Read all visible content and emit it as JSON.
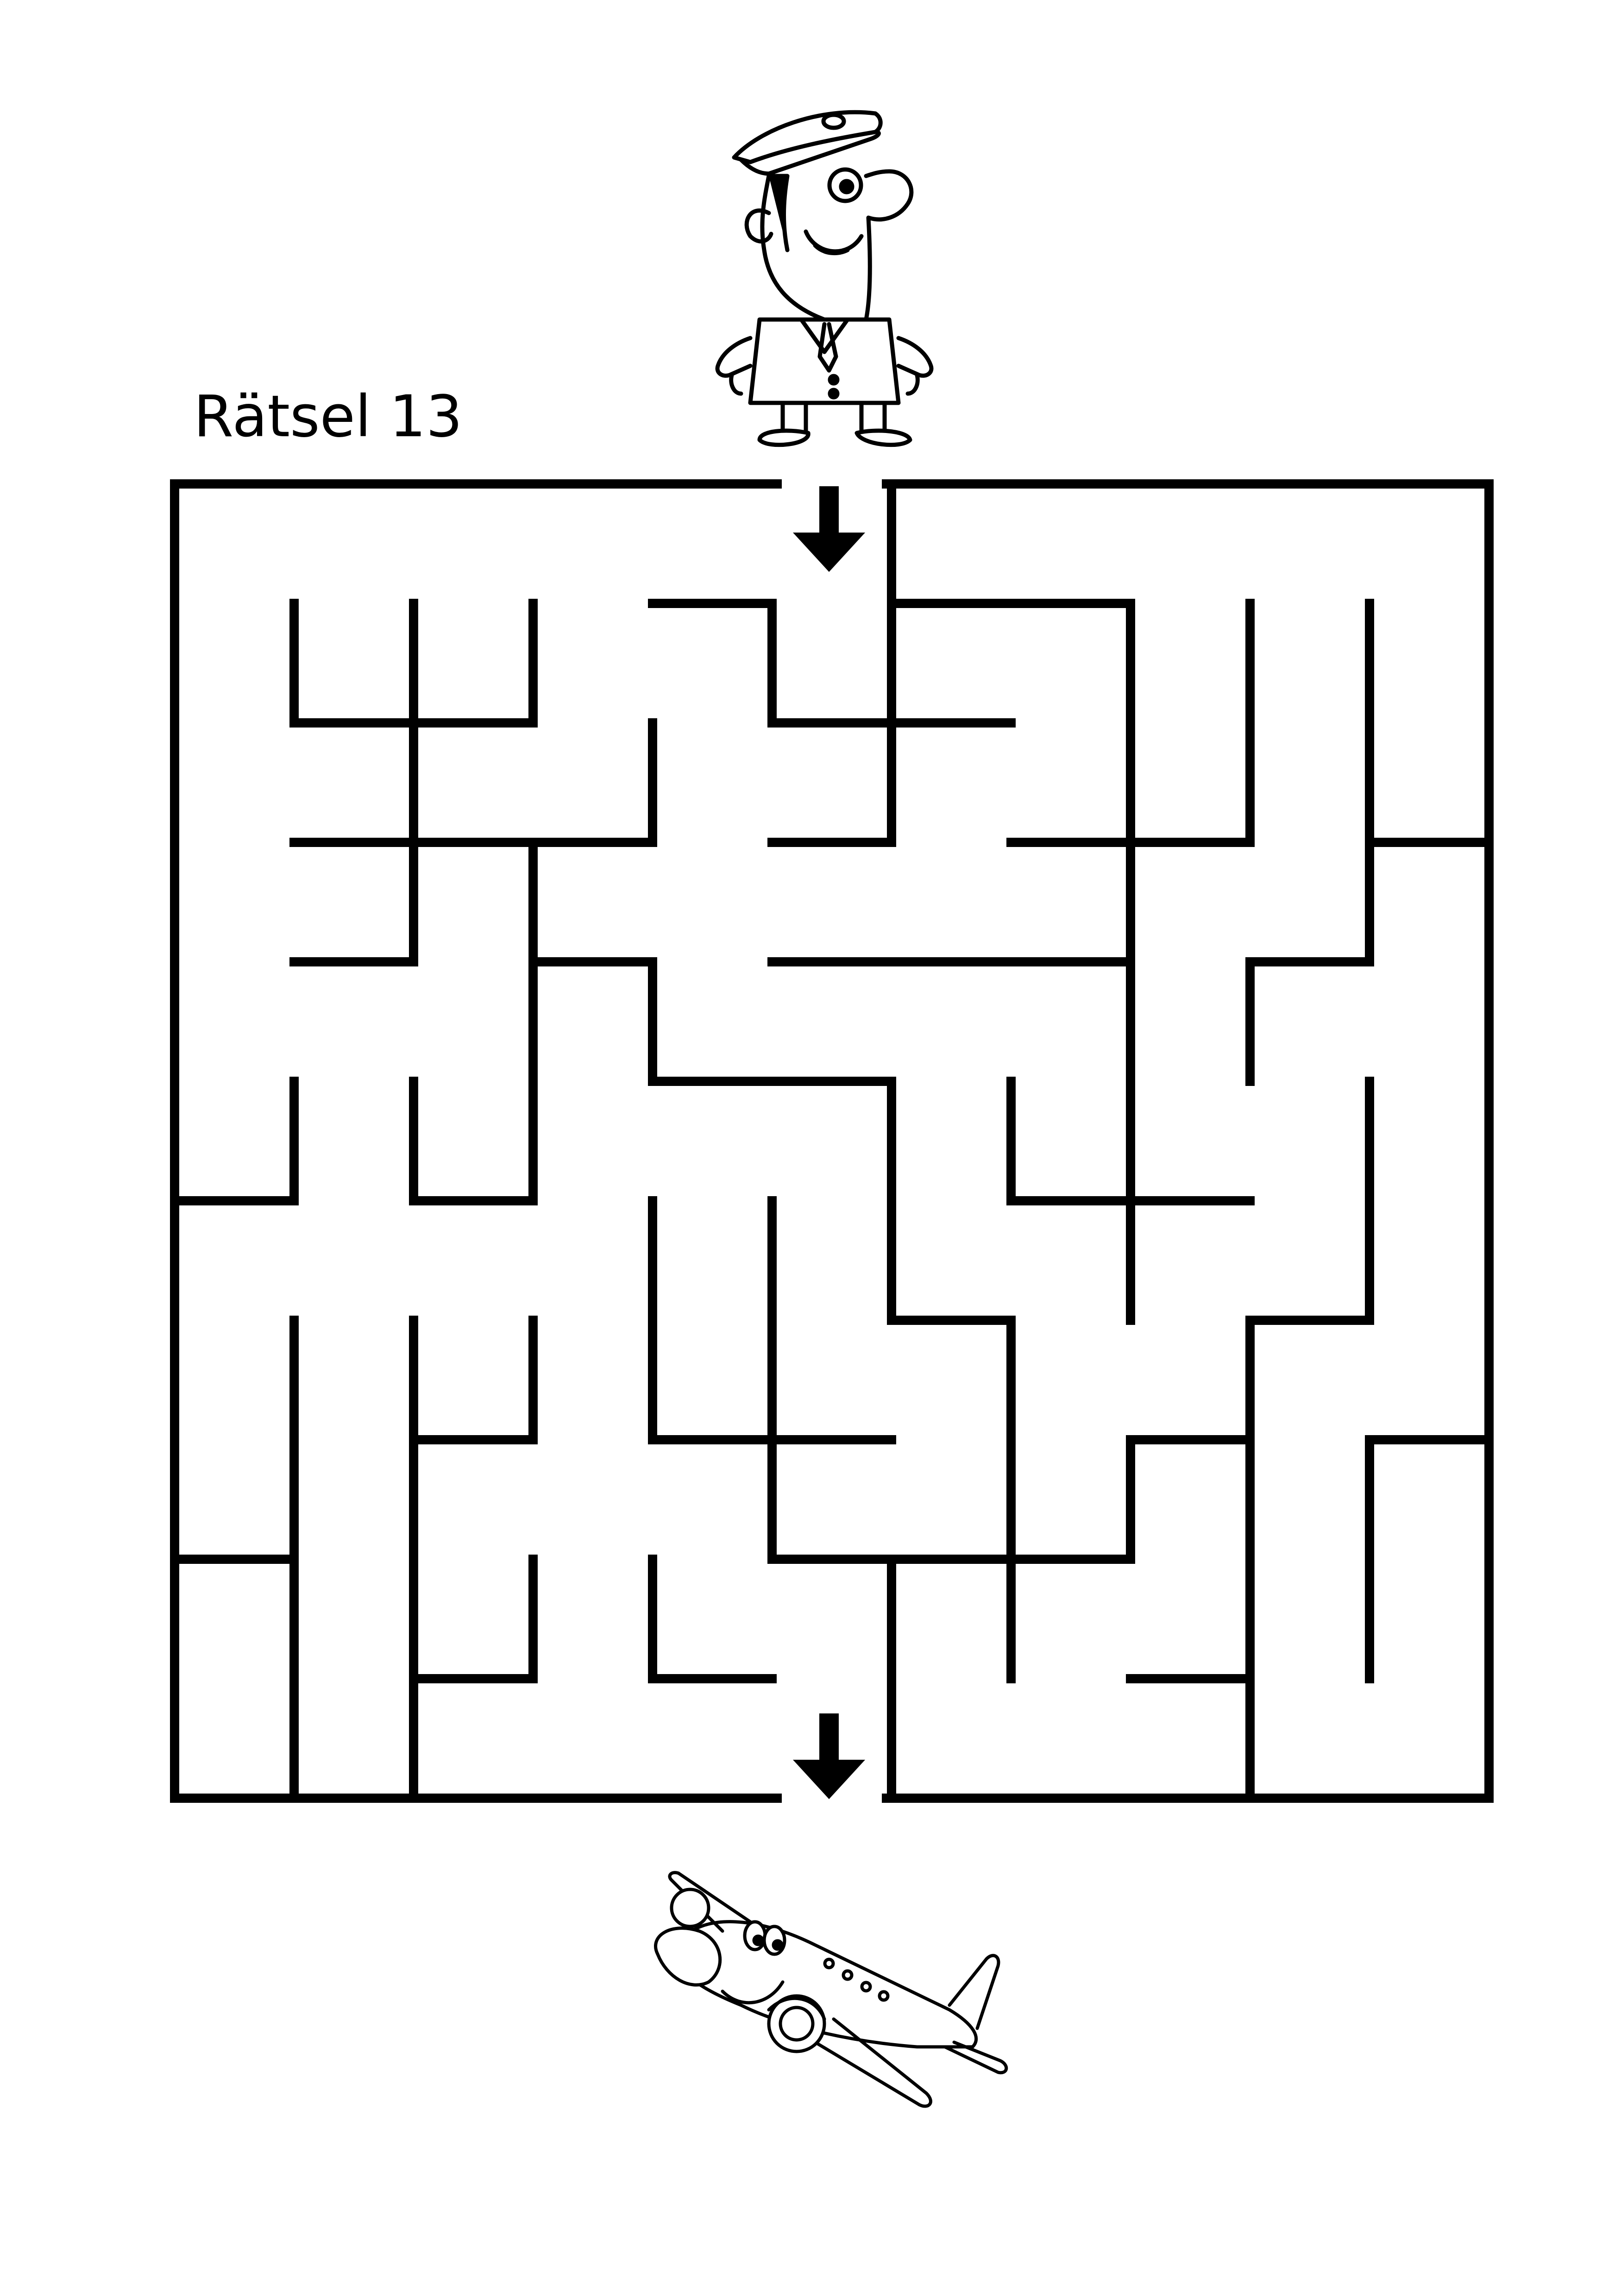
{
  "puzzle": {
    "title": "Rätsel 13",
    "grid": {
      "cols": 11,
      "rows": 11
    },
    "start": {
      "col": 5,
      "row": 0,
      "side": "top",
      "character": "pilot"
    },
    "goal": {
      "col": 5,
      "row": 10,
      "side": "bottom",
      "character": "airplane"
    },
    "arrow_icon": "arrow-down-icon"
  },
  "colors": {
    "ink": "#000000",
    "paper": "#ffffff"
  },
  "maze_walls": [
    [
      0,
      0,
      11,
      0
    ],
    [
      0,
      0,
      0,
      11
    ],
    [
      11,
      0,
      11,
      11
    ],
    [
      0,
      11,
      11,
      11
    ],
    [
      1,
      1,
      1,
      2
    ],
    [
      1,
      2,
      3,
      2
    ],
    [
      2,
      1,
      2,
      4
    ],
    [
      3,
      1,
      3,
      2
    ],
    [
      4,
      1,
      5,
      1
    ],
    [
      5,
      1,
      5,
      2
    ],
    [
      5,
      2,
      7,
      2
    ],
    [
      6,
      1,
      8,
      1
    ],
    [
      8,
      1,
      8,
      7
    ],
    [
      9,
      1,
      9,
      3
    ],
    [
      10,
      1,
      10,
      4
    ],
    [
      10,
      3,
      11,
      3
    ],
    [
      4,
      2,
      4,
      3
    ],
    [
      1,
      3,
      4,
      3
    ],
    [
      5,
      3,
      6,
      3
    ],
    [
      6,
      0,
      6,
      3
    ],
    [
      7,
      3,
      9,
      3
    ],
    [
      1,
      4,
      2,
      4
    ],
    [
      3,
      3,
      3,
      6
    ],
    [
      3,
      4,
      4,
      4
    ],
    [
      4,
      4,
      4,
      5
    ],
    [
      4,
      5,
      6,
      5
    ],
    [
      6,
      5,
      6,
      7
    ],
    [
      6,
      7,
      7,
      7
    ],
    [
      5,
      4,
      8,
      4
    ],
    [
      9,
      4,
      10,
      4
    ],
    [
      9,
      4,
      9,
      5
    ],
    [
      7,
      5,
      7,
      6
    ],
    [
      7,
      6,
      9,
      6
    ],
    [
      10,
      5,
      10,
      7
    ],
    [
      9,
      7,
      10,
      7
    ],
    [
      9,
      7,
      9,
      11
    ],
    [
      1,
      5,
      1,
      6
    ],
    [
      0,
      6,
      1,
      6
    ],
    [
      2,
      5,
      2,
      6
    ],
    [
      2,
      6,
      3,
      6
    ],
    [
      4,
      6,
      4,
      8
    ],
    [
      4,
      8,
      6,
      8
    ],
    [
      5,
      6,
      5,
      9
    ],
    [
      5,
      9,
      8,
      9
    ],
    [
      7,
      7,
      7,
      10
    ],
    [
      8,
      8,
      9,
      8
    ],
    [
      8,
      8,
      8,
      9
    ],
    [
      10,
      8,
      11,
      8
    ],
    [
      10,
      8,
      10,
      10
    ],
    [
      1,
      7,
      1,
      11
    ],
    [
      0,
      9,
      1,
      9
    ],
    [
      2,
      7,
      2,
      11
    ],
    [
      2,
      8,
      3,
      8
    ],
    [
      3,
      7,
      3,
      8
    ],
    [
      3,
      9,
      3,
      10
    ],
    [
      2,
      10,
      3,
      10
    ],
    [
      4,
      9,
      4,
      10
    ],
    [
      4,
      10,
      5,
      10
    ],
    [
      6,
      9,
      6,
      11
    ],
    [
      8,
      10,
      9,
      10
    ],
    [
      0,
      11,
      5,
      11
    ]
  ],
  "maze_gaps": {
    "entrance": {
      "edge": "top",
      "col": 5
    },
    "exit": {
      "edge": "bottom",
      "col": 5
    }
  }
}
